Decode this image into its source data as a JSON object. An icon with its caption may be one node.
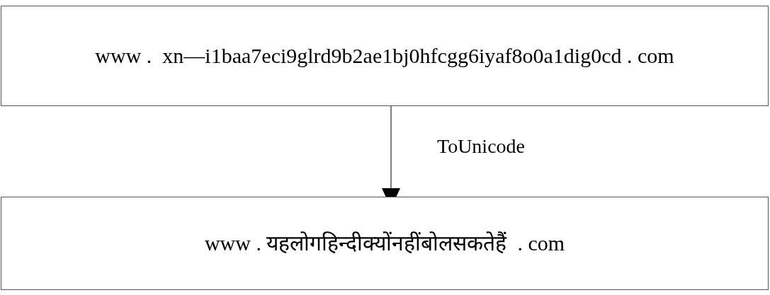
{
  "diagram": {
    "nodes": [
      {
        "text": [
          "www .  xn—i1baa7eci9glrd9b2ae1bj0hfcgg6iyaf8o0a1dig0cd . com"
        ]
      },
      {
        "text": [
          "www . यहलोगहिन्दीक्योंनहींबोलसकतेहैं  . com"
        ]
      }
    ],
    "edges": [
      {
        "from": 0,
        "to": 1,
        "arrow": "to",
        "label": "ToUnicode"
      }
    ]
  }
}
